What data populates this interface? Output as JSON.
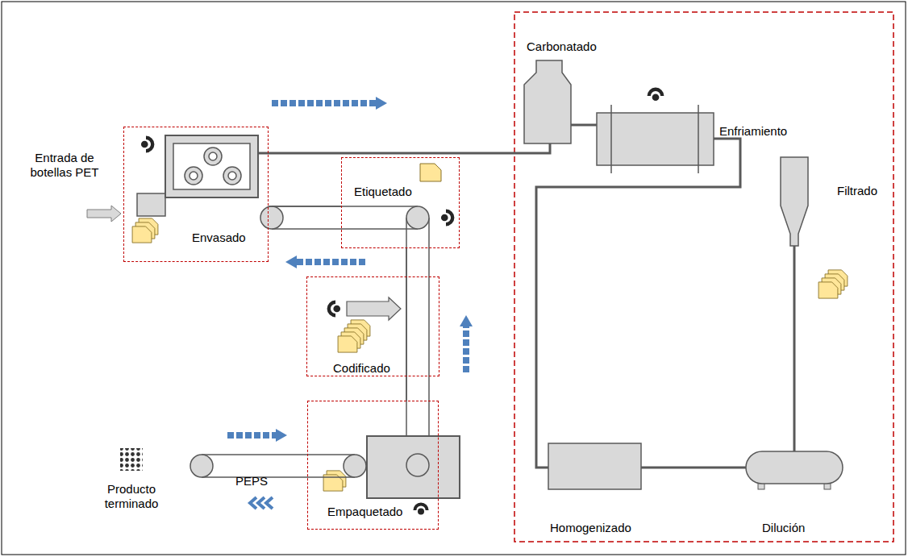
{
  "diagram": {
    "nodes": [
      {
        "text": [
          "Envasado"
        ]
      },
      {
        "text": [
          "Etiquetado"
        ]
      },
      {
        "text": [
          "Codificado"
        ]
      },
      {
        "text": [
          "Empaquetado"
        ]
      },
      {
        "text": [
          "Carbonatado"
        ]
      },
      {
        "text": [
          "Enfriamiento"
        ]
      },
      {
        "text": [
          "Filtrado"
        ]
      },
      {
        "text": [
          "Dilución"
        ]
      },
      {
        "text": [
          "Homogenizado"
        ]
      }
    ],
    "edges": [
      {
        "from": 6,
        "to": 7,
        "arrow": "none"
      },
      {
        "from": 7,
        "to": 8,
        "arrow": "none"
      },
      {
        "from": 8,
        "to": 5,
        "arrow": "none"
      },
      {
        "from": 5,
        "to": 4,
        "arrow": "none"
      },
      {
        "from": 4,
        "to": 0,
        "arrow": "none"
      },
      {
        "from": 0,
        "to": 1,
        "arrow": "none"
      },
      {
        "from": 1,
        "to": 3,
        "arrow": "none"
      }
    ],
    "labels": [
      "Entrada de botellas PET",
      "PEPS",
      "Producto terminado"
    ]
  }
}
